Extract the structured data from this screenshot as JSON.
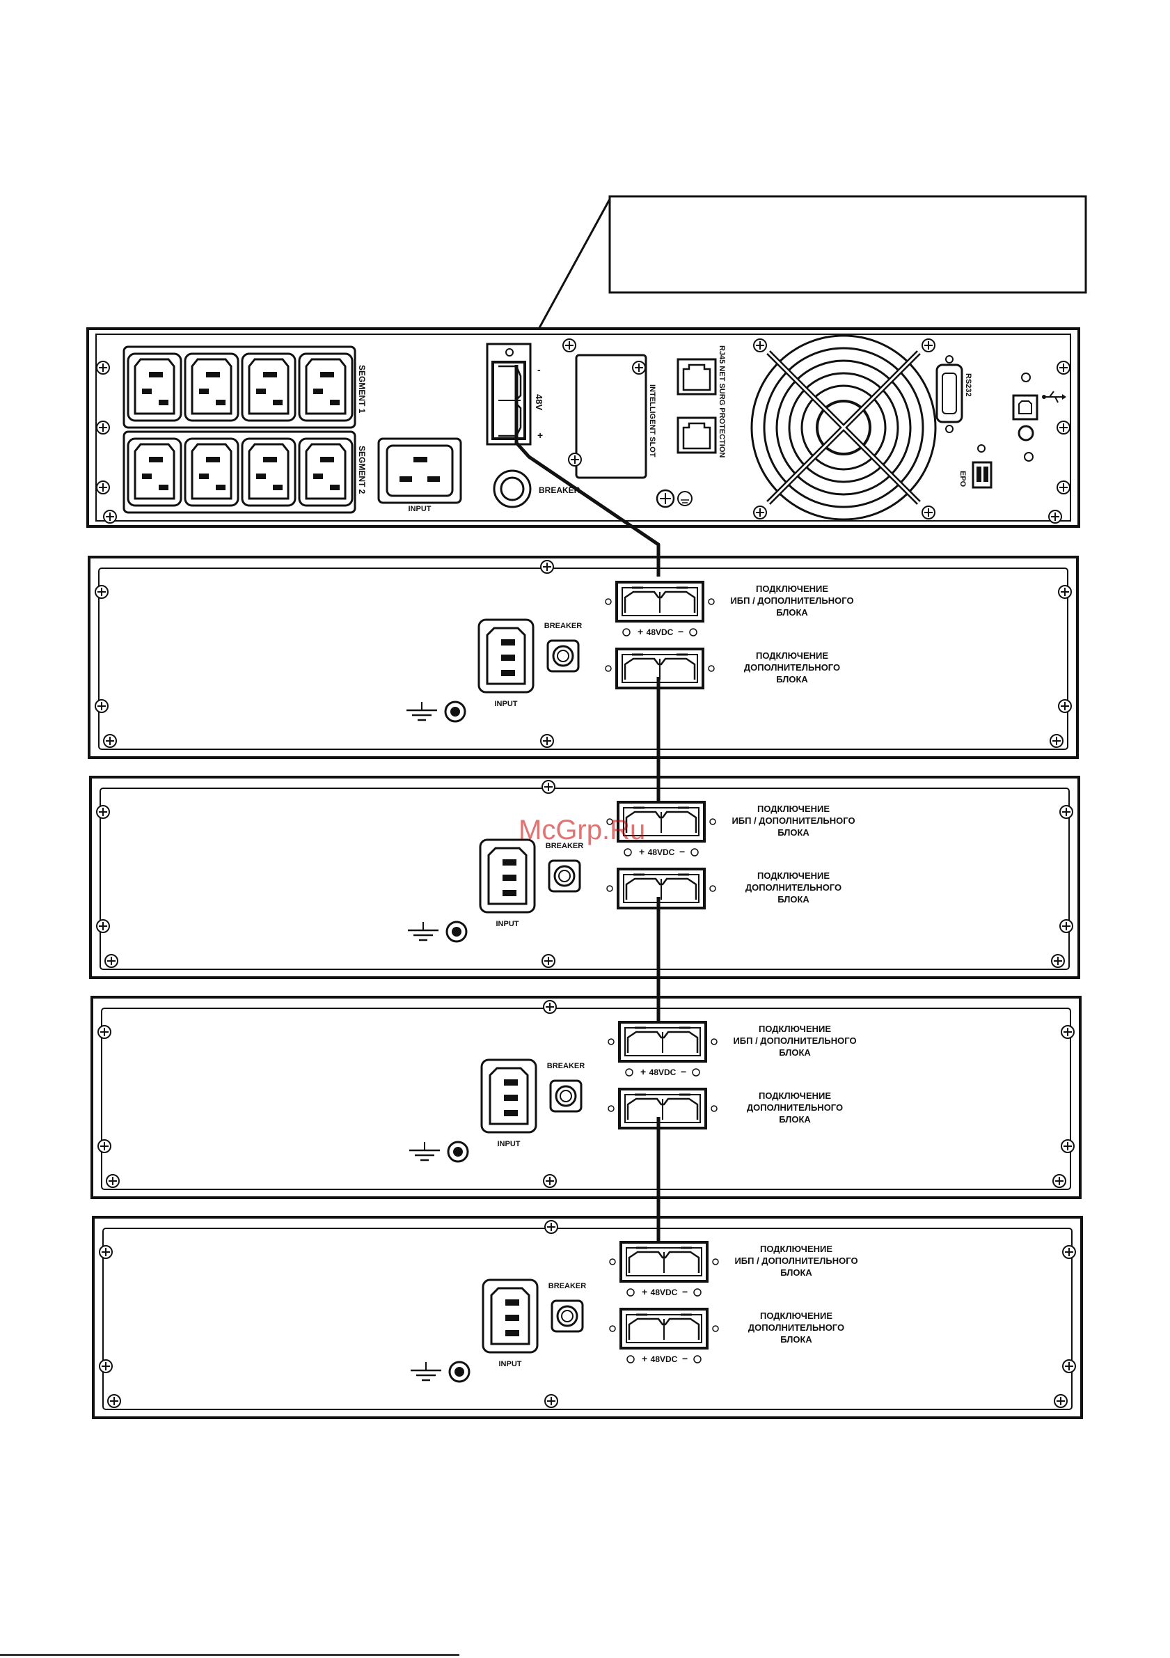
{
  "callout": {
    "text": ""
  },
  "ups": {
    "segment1": "SEGMENT 1",
    "segment2": "SEGMENT 2",
    "input": "INPUT",
    "breaker": "BREAKER",
    "dc_voltage": "48V",
    "dc_minus": "-",
    "dc_plus": "+",
    "intelligent_slot": "INTELLIGENT SLOT",
    "rj45": "RJ45 NET SURG PROTECTION",
    "rs232": "RS232",
    "epo": "EPO"
  },
  "battery_packs": [
    {
      "breaker": "BREAKER",
      "input": "INPUT",
      "upper_label": [
        "ПОДКЛЮЧЕНИЕ",
        "ИБП / ДОПОЛНИТЕЛЬНОГО",
        "БЛОКА"
      ],
      "upper_voltage": "48VDC",
      "lower_label": [
        "ПОДКЛЮЧЕНИЕ",
        "ДОПОЛНИТЕЛЬНОГО",
        "БЛОКА"
      ],
      "lower_voltage": ""
    },
    {
      "breaker": "BREAKER",
      "input": "INPUT",
      "upper_label": [
        "ПОДКЛЮЧЕНИЕ",
        "ИБП / ДОПОЛНИТЕЛЬНОГО",
        "БЛОКА"
      ],
      "upper_voltage": "48VDC",
      "lower_label": [
        "ПОДКЛЮЧЕНИЕ",
        "ДОПОЛНИТЕЛЬНОГО",
        "БЛОКА"
      ],
      "lower_voltage": ""
    },
    {
      "breaker": "BREAKER",
      "input": "INPUT",
      "upper_label": [
        "ПОДКЛЮЧЕНИЕ",
        "ИБП / ДОПОЛНИТЕЛЬНОГО",
        "БЛОКА"
      ],
      "upper_voltage": "48VDC",
      "lower_label": [
        "ПОДКЛЮЧЕНИЕ",
        "ДОПОЛНИТЕЛЬНОГО",
        "БЛОКА"
      ],
      "lower_voltage": ""
    },
    {
      "breaker": "BREAKER",
      "input": "INPUT",
      "upper_label": [
        "ПОДКЛЮЧЕНИЕ",
        "ИБП / ДОПОЛНИТЕЛЬНОГО",
        "БЛОКА"
      ],
      "upper_voltage": "48VDC",
      "lower_label": [
        "ПОДКЛЮЧЕНИЕ",
        "ДОПОЛНИТЕЛЬНОГО",
        "БЛОКА"
      ],
      "lower_voltage": "48VDC"
    }
  ],
  "watermark": "McGrp.Ru",
  "colors": {
    "line": "#111111",
    "panel_fill": "#ffffff",
    "watermark": "#c80000"
  }
}
